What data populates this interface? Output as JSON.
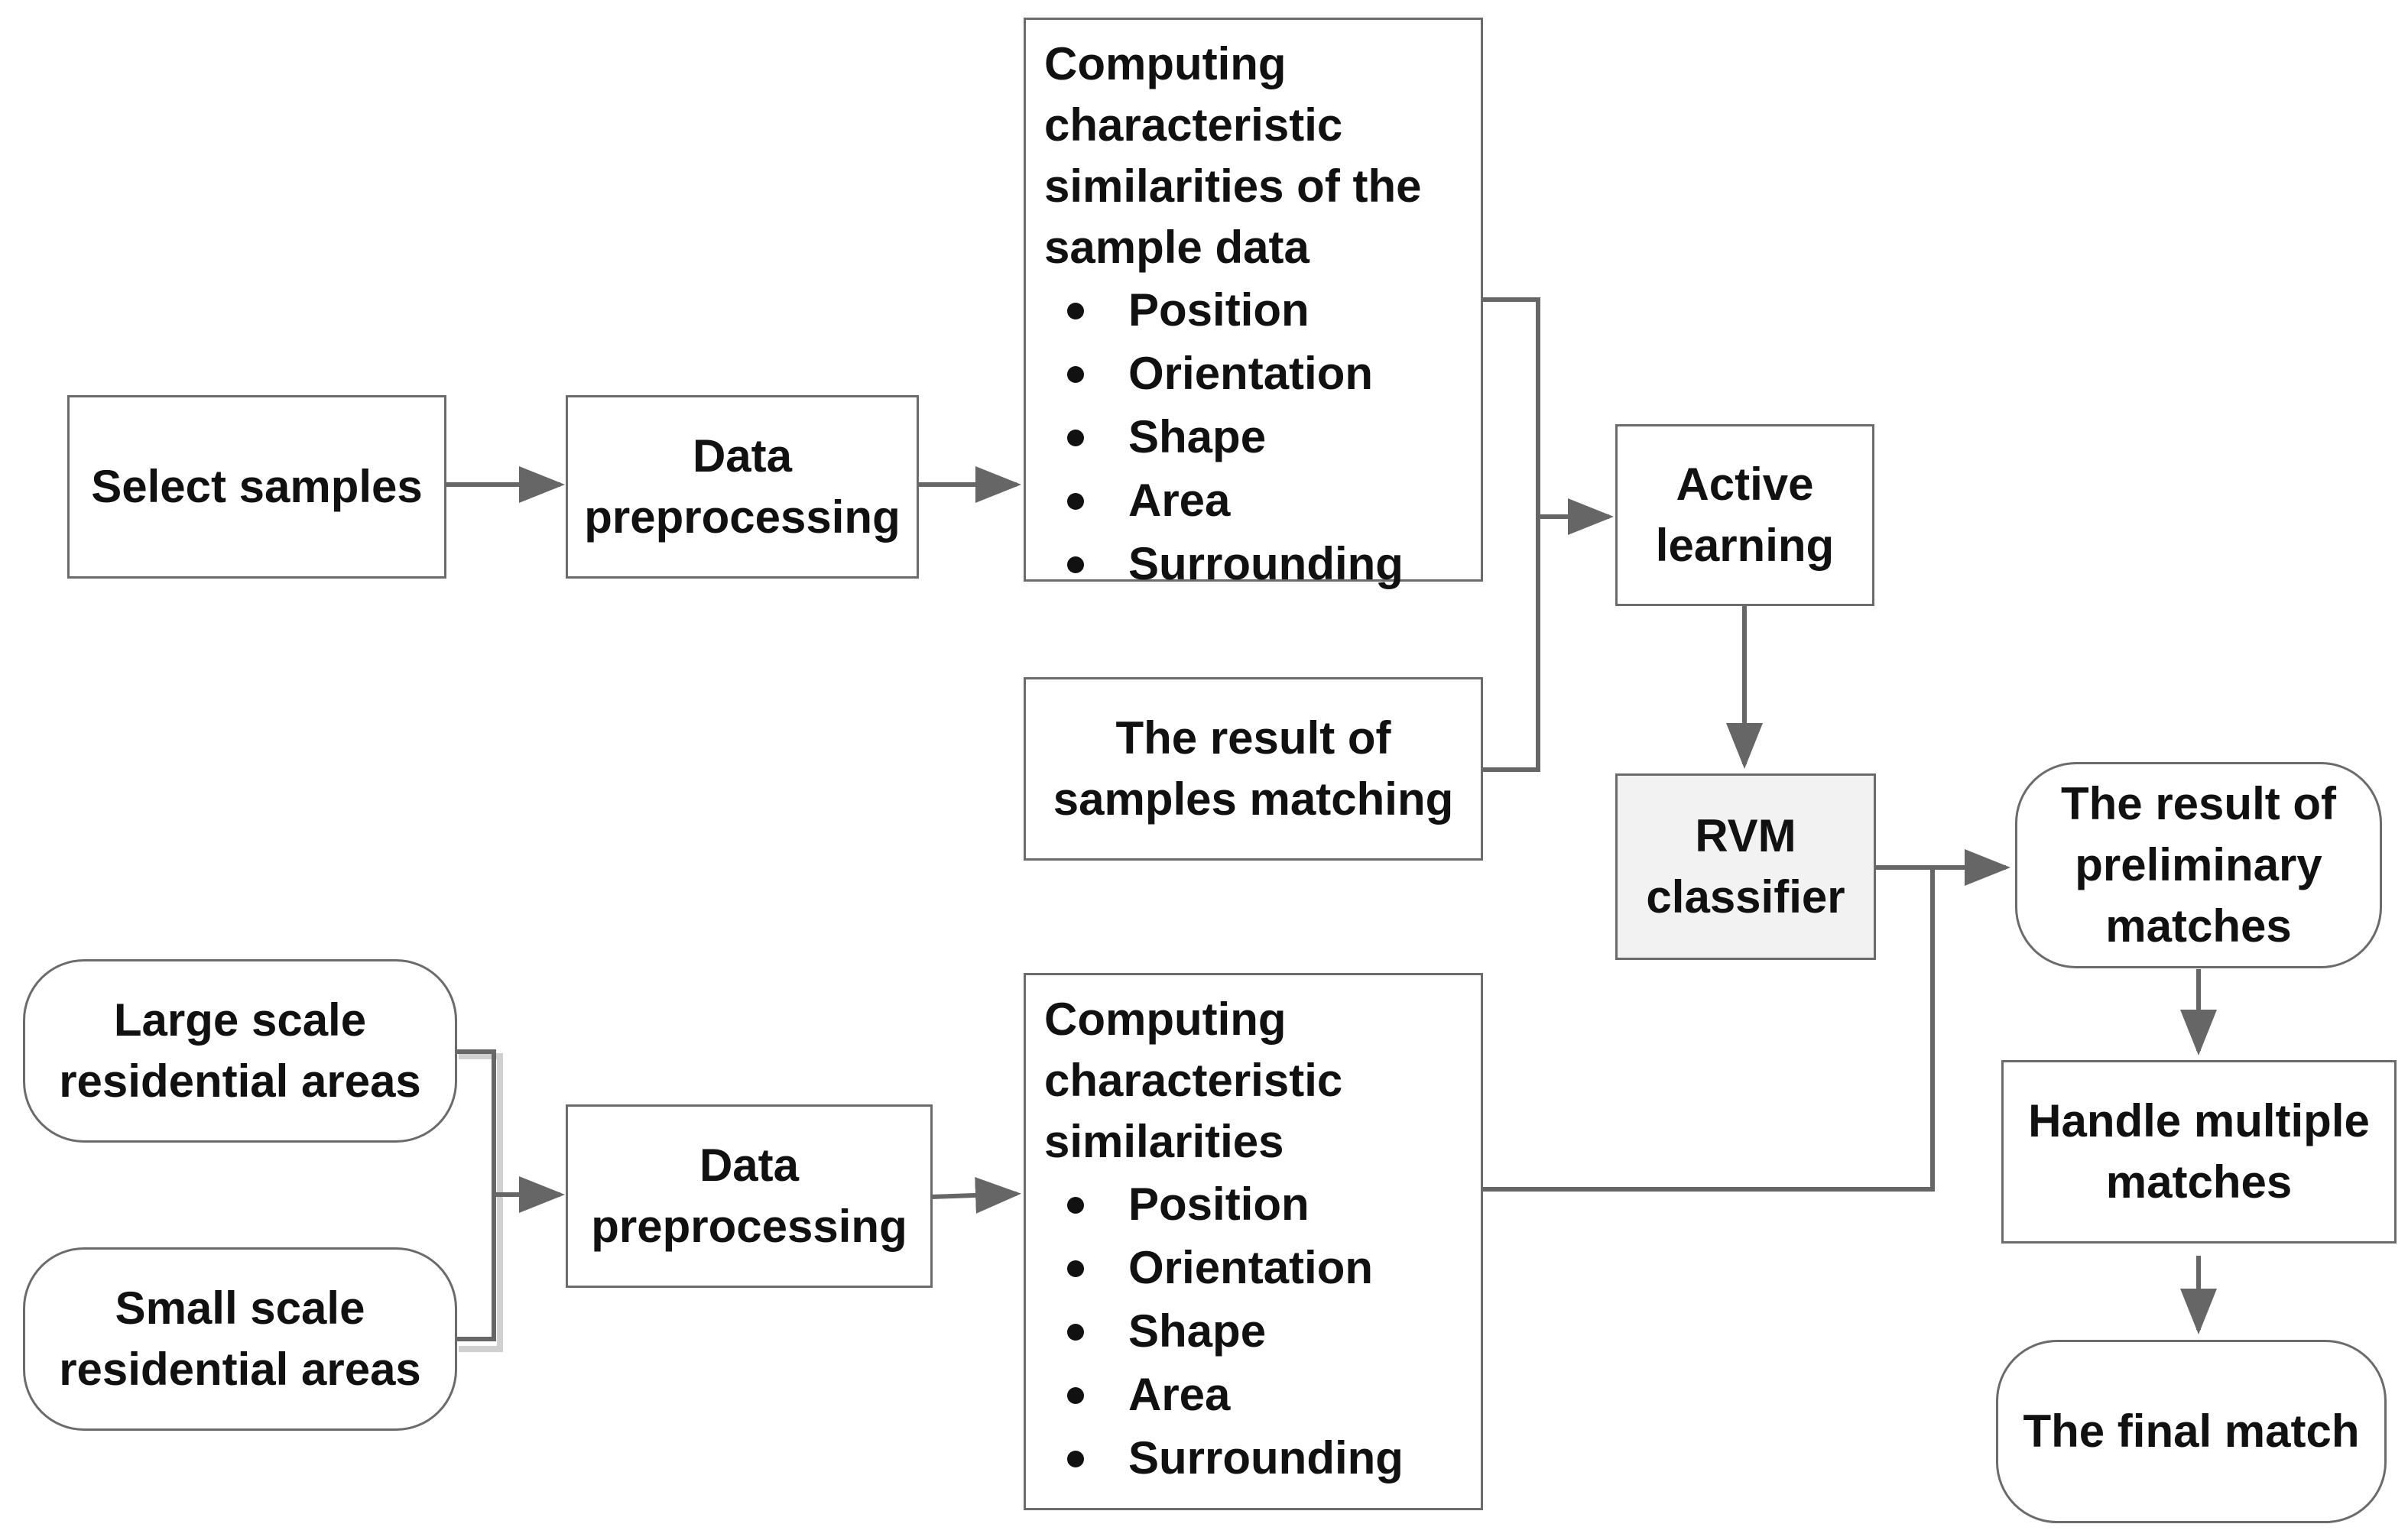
{
  "diagram": {
    "nodes": {
      "select_samples": [
        "Select samples"
      ],
      "data_preprocessing_top": [
        "Data",
        "preprocessing"
      ],
      "computing_top": {
        "title": [
          "Computing",
          "characteristic",
          "similarities of the",
          "sample data"
        ],
        "bullets": [
          "Position",
          "Orientation",
          "Shape",
          "Area",
          "Surrounding"
        ]
      },
      "result_samples_matching": [
        "The result of",
        "samples matching"
      ],
      "active_learning": [
        "Active",
        "learning"
      ],
      "rvm_classifier": [
        "RVM",
        "classifier"
      ],
      "large_scale": [
        "Large scale",
        "residential areas"
      ],
      "small_scale": [
        "Small scale",
        "residential areas"
      ],
      "data_preprocessing_bottom": [
        "Data",
        "preprocessing"
      ],
      "computing_bottom": {
        "title": [
          "Computing",
          "characteristic",
          "similarities"
        ],
        "bullets": [
          "Position",
          "Orientation",
          "Shape",
          "Area",
          "Surrounding"
        ]
      },
      "preliminary_matches": [
        "The result of",
        "preliminary",
        "matches"
      ],
      "handle_multiple": [
        "Handle multiple",
        "matches"
      ],
      "final_match": [
        "The final match"
      ]
    },
    "colors": {
      "border": "#6b6b6b",
      "connector": "#666666",
      "shaded_fill": "#f2f2f2",
      "text": "#111111"
    }
  }
}
